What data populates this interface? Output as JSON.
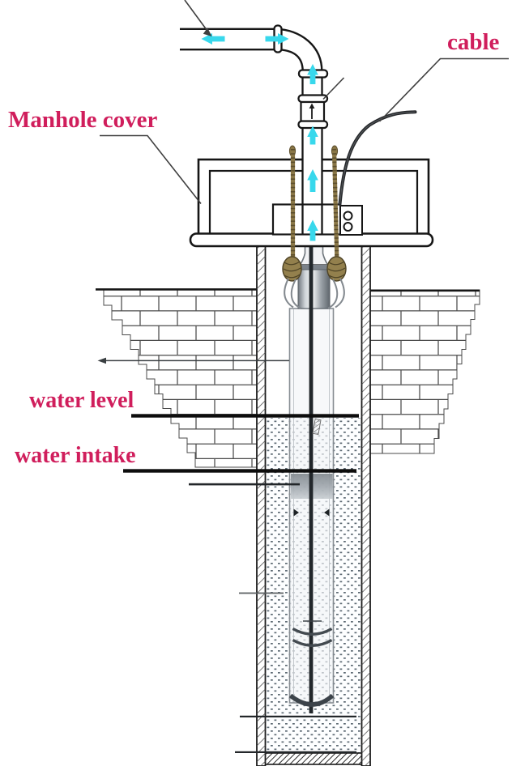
{
  "labels": {
    "cable": {
      "text": "cable"
    },
    "manhole_cover": {
      "text": "Manhole cover"
    },
    "water_level": {
      "text": "water level"
    },
    "water_intake": {
      "text": "water intake"
    }
  },
  "icons": {
    "flow_arrow": "cyan-flow-arrow",
    "leader_arrow": "black-leader-arrowhead"
  },
  "colors": {
    "label_text": "#d01e5c",
    "flow_arrow": "#38d8ec",
    "outline": "#1b1b1b",
    "rope": "#8a7747",
    "water_dots": "#5e6b74",
    "background": "#ffffff"
  }
}
